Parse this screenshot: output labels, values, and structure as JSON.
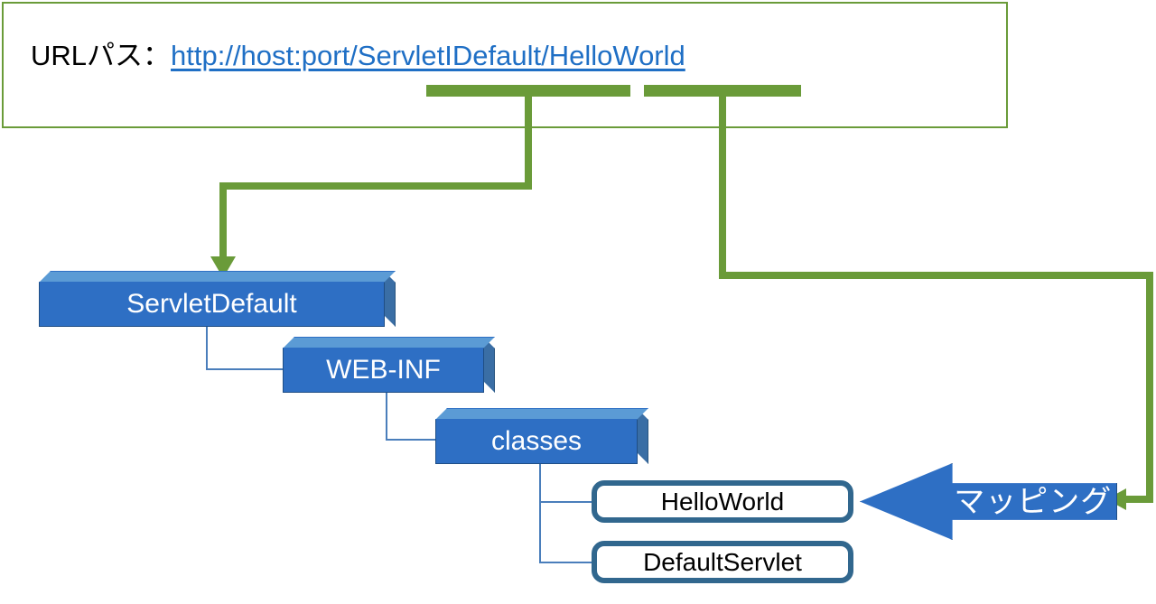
{
  "diagram": {
    "title": "Servlet URL path to class mapping diagram",
    "colors": {
      "green_accent": "#6A9B39",
      "folder_face": "#2E6FC4",
      "folder_top": "#5B9BD5",
      "folder_side": "#3A6EA5",
      "classbox_border": "#31678E",
      "link_blue": "#1F6FC5",
      "tree_line": "#4A7EBB"
    }
  },
  "url_panel": {
    "label": "URLパス：",
    "url": "http://host:port/ServletIDefault/HelloWorld",
    "highlight_segments": [
      {
        "name": "app-context",
        "text": "ServletIDefault"
      },
      {
        "name": "servlet-name",
        "text": "HelloWorld"
      }
    ]
  },
  "tree": {
    "folders": [
      {
        "id": "servletdefault",
        "label": "ServletDefault"
      },
      {
        "id": "webinf",
        "label": "WEB-INF"
      },
      {
        "id": "classes",
        "label": "classes"
      }
    ],
    "classes": [
      {
        "id": "helloworld",
        "label": "HelloWorld"
      },
      {
        "id": "defaultservlet",
        "label": "DefaultServlet"
      }
    ]
  },
  "mapping": {
    "label": "マッピング"
  }
}
